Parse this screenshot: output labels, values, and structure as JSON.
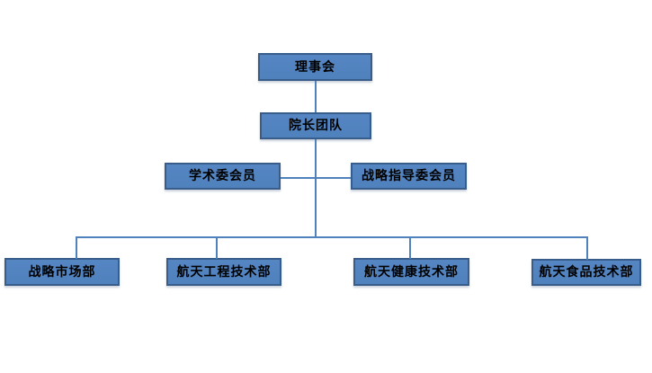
{
  "diagram": {
    "type": "org-chart",
    "colors": {
      "background": "#FFFFFF",
      "node_fill": "#4F81BD",
      "node_fill_light": "#5586C3",
      "node_border": "#385D8A",
      "connector": "#4F81BD",
      "text": "#000000"
    },
    "nodes": [
      {
        "id": "board",
        "label": "理事会",
        "level": 1
      },
      {
        "id": "president-team",
        "label": "院长团队",
        "level": 2
      },
      {
        "id": "academic-committee",
        "label": "学术委会员",
        "level": 3
      },
      {
        "id": "strategic-guidance-committee",
        "label": "战略指导委会员",
        "level": 3
      },
      {
        "id": "strategic-marketing-dept",
        "label": "战略市场部",
        "level": 4
      },
      {
        "id": "aerospace-engineering-tech-dept",
        "label": "航天工程技术部",
        "level": 4
      },
      {
        "id": "aerospace-health-tech-dept",
        "label": "航天健康技术部",
        "level": 4
      },
      {
        "id": "aerospace-food-tech-dept",
        "label": "航天食品技术部",
        "level": 4
      }
    ],
    "edges": [
      {
        "from": "理事会",
        "to": "院长团队"
      },
      {
        "from": "院长团队",
        "to": "学术委会员"
      },
      {
        "from": "院长团队",
        "to": "战略指导委会员"
      },
      {
        "from": "院长团队",
        "to": "战略市场部"
      },
      {
        "from": "院长团队",
        "to": "航天工程技术部"
      },
      {
        "from": "院长团队",
        "to": "航天健康技术部"
      },
      {
        "from": "院长团队",
        "to": "航天食品技术部"
      }
    ]
  }
}
